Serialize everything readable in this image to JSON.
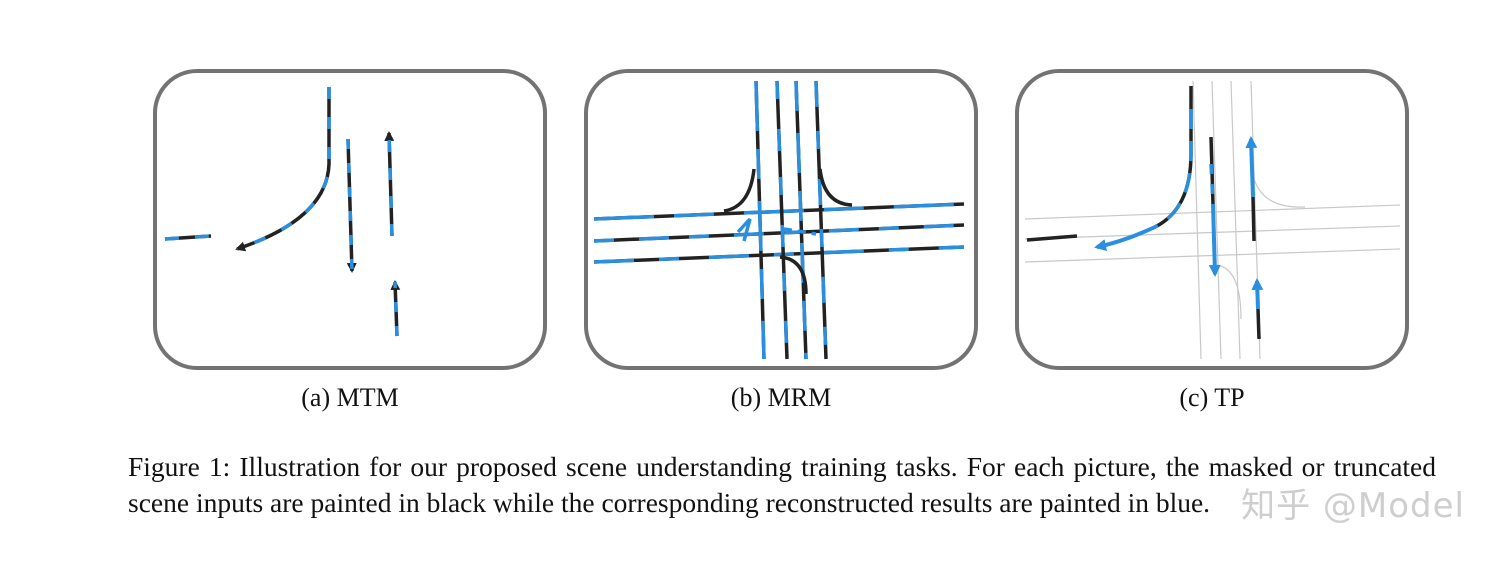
{
  "figure": {
    "subfigures": [
      {
        "label": "(a) MTM"
      },
      {
        "label": "(b) MRM"
      },
      {
        "label": "(c) TP"
      }
    ],
    "caption": "Figure 1: Illustration for our proposed scene understanding training tasks. For each picture, the masked or truncated scene inputs are painted in black while the corresponding reconstructed results are painted in blue."
  },
  "colors": {
    "input_black": "#222222",
    "reconstruction_blue": "#2b8fe0",
    "panel_border": "#737373",
    "road_gray": "#c8c8c8"
  },
  "watermark": {
    "text": "知乎 @Model"
  }
}
